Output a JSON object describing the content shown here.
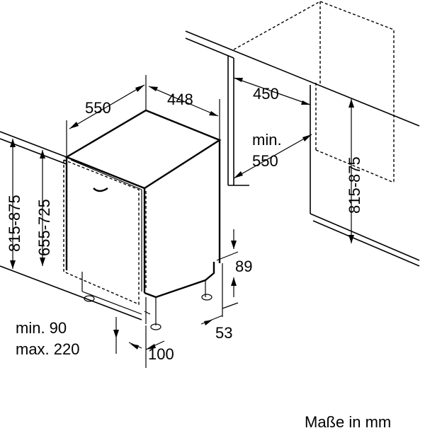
{
  "dimensions": {
    "width_550": "550",
    "depth_448": "448",
    "niche_depth_450": "450",
    "niche_min_label": "min.",
    "niche_min_value": "550",
    "height_815_875_left": "815-875",
    "height_655_725": "655-725",
    "height_815_875_right": "815-875",
    "plinth_89": "89",
    "plinth_53": "53",
    "plinth_min_label": "min. 90",
    "plinth_max_label": "max. 220",
    "plinth_100": "100"
  },
  "caption": "Maße in mm"
}
